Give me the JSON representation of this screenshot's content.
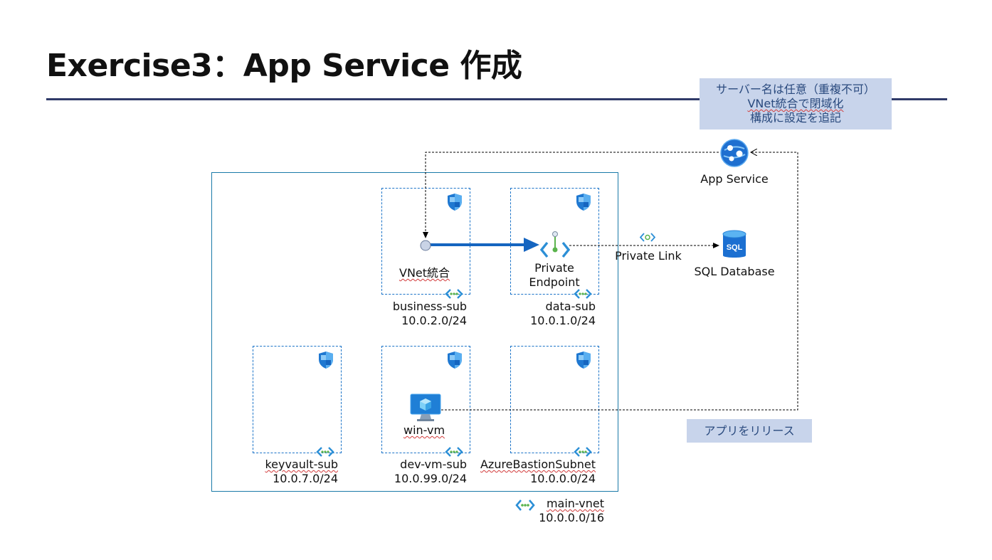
{
  "title": "Exercise3：App Service 作成",
  "callout_top": {
    "line1": "サーバー名は任意（重複不可）",
    "line2": "VNet統合で閉域化",
    "line3": "構成に設定を追記"
  },
  "callout_bottom": {
    "text": "アプリをリリース"
  },
  "app_service": {
    "label": "App Service"
  },
  "sql_database": {
    "label": "SQL Database"
  },
  "private_link": {
    "label": "Private Link"
  },
  "vnet_integration": {
    "label": "VNet統合"
  },
  "private_endpoint": {
    "line1": "Private",
    "line2": "Endpoint"
  },
  "win_vm": {
    "label": "win-vm"
  },
  "subnets": {
    "business": {
      "name": "business-sub",
      "cidr": "10.0.2.0/24"
    },
    "data": {
      "name": "data-sub",
      "cidr": "10.0.1.0/24"
    },
    "keyvault": {
      "name": "keyvault-sub",
      "cidr": "10.0.7.0/24"
    },
    "devvm": {
      "name": "dev-vm-sub",
      "cidr": "10.0.99.0/24"
    },
    "bastion": {
      "name": "AzureBastionSubnet",
      "cidr": "10.0.0.0/24"
    }
  },
  "vnet": {
    "name": "main-vnet",
    "cidr": "10.0.0.0/16"
  },
  "colors": {
    "title_rule": "#2f3a68",
    "callout_bg": "#c8d4eb",
    "vnet_border": "#1a7aa8",
    "subnet_border": "#1a73c8",
    "thick_arrow": "#1565c0"
  },
  "icons": {
    "app_service": "app-service-icon",
    "sql_database": "sql-database-icon",
    "private_endpoint": "private-endpoint-icon",
    "vm": "virtual-machine-icon",
    "nsg": "shield-icon",
    "subnet": "subnet-icon",
    "vnet": "vnet-icon",
    "private_link": "private-link-icon"
  }
}
